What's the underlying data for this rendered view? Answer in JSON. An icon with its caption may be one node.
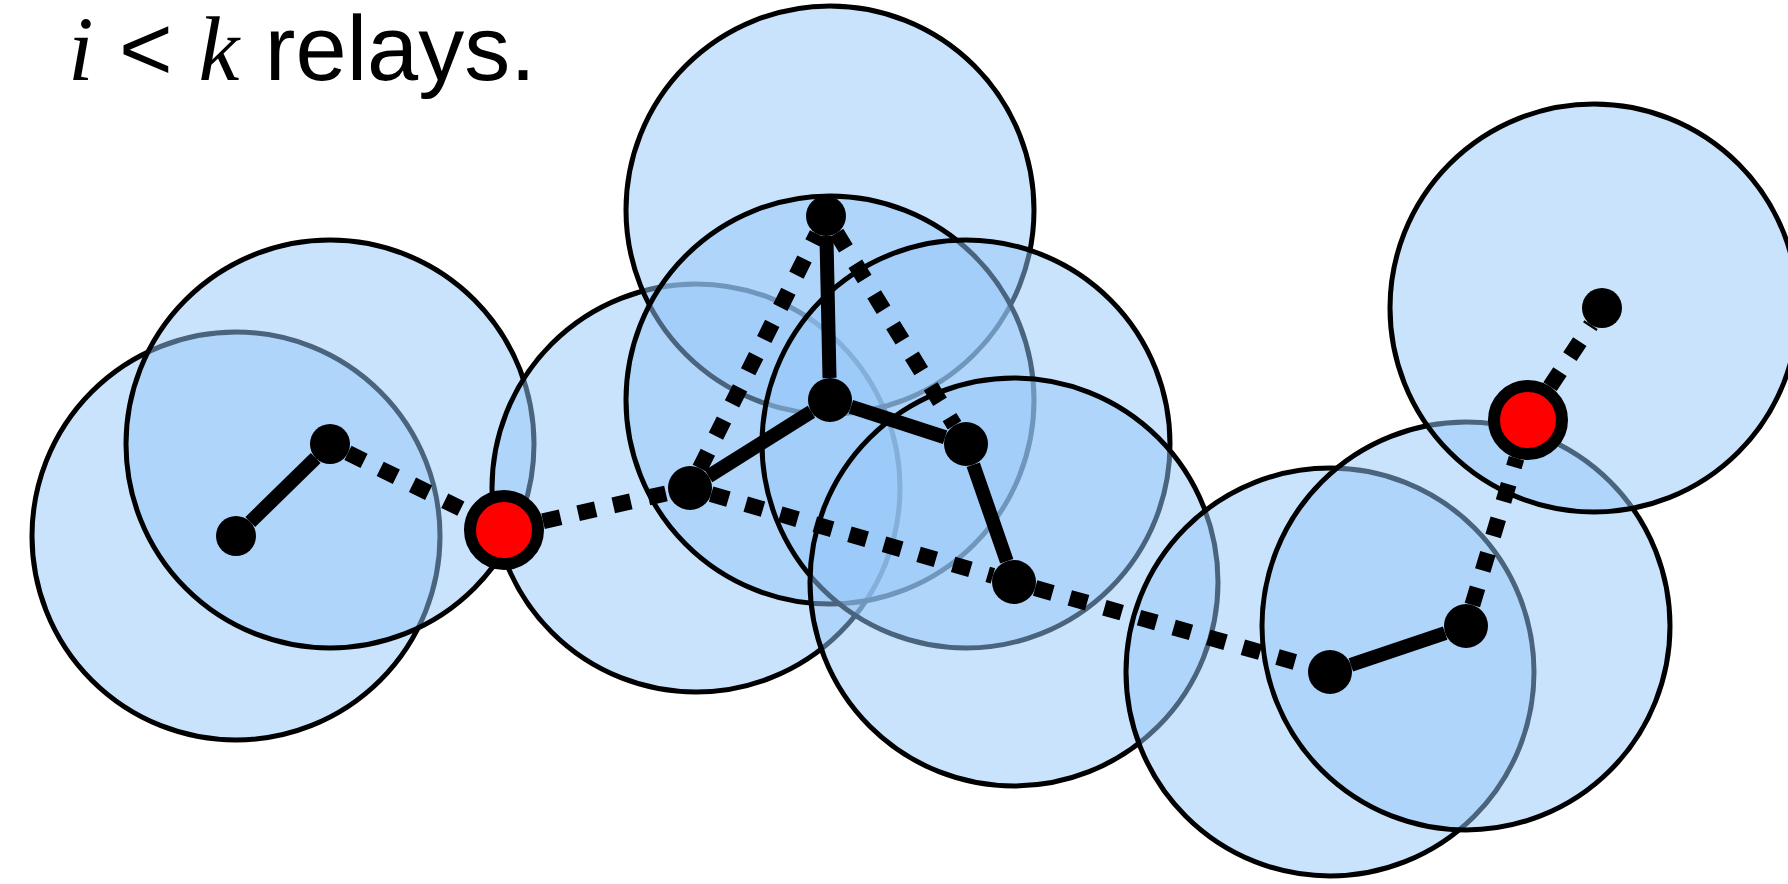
{
  "diagram": {
    "nodes": [
      {
        "text": [],
        "shape": "circle"
      },
      {
        "text": [],
        "shape": "circle"
      },
      {
        "text": [],
        "shape": "circle"
      },
      {
        "text": [],
        "shape": "circle"
      },
      {
        "text": [],
        "shape": "circle"
      },
      {
        "text": [],
        "shape": "circle"
      },
      {
        "text": [],
        "shape": "circle"
      },
      {
        "text": [],
        "shape": "circle"
      },
      {
        "text": [],
        "shape": "circle"
      },
      {
        "text": [],
        "shape": "circle"
      },
      {
        "text": [],
        "shape": "circle"
      },
      {
        "text": [],
        "shape": "circle"
      }
    ],
    "edges": [
      {
        "from": 0,
        "to": 1,
        "arrow": "none"
      },
      {
        "from": 1,
        "to": 2,
        "arrow": "none",
        "style": "dashed"
      },
      {
        "from": 2,
        "to": 3,
        "arrow": "none",
        "style": "dashed"
      },
      {
        "from": 3,
        "to": 5,
        "arrow": "none"
      },
      {
        "from": 5,
        "to": 4,
        "arrow": "none"
      },
      {
        "from": 5,
        "to": 6,
        "arrow": "none"
      },
      {
        "from": 6,
        "to": 7,
        "arrow": "none"
      },
      {
        "from": 3,
        "to": 4,
        "arrow": "none",
        "style": "dashed"
      },
      {
        "from": 4,
        "to": 6,
        "arrow": "none",
        "style": "dashed"
      },
      {
        "from": 3,
        "to": 7,
        "arrow": "none",
        "style": "dashed"
      },
      {
        "from": 7,
        "to": 8,
        "arrow": "none",
        "style": "dashed"
      },
      {
        "from": 8,
        "to": 9,
        "arrow": "none"
      },
      {
        "from": 9,
        "to": 10,
        "arrow": "none",
        "style": "dashed"
      },
      {
        "from": 10,
        "to": 11,
        "arrow": "none",
        "style": "dashed"
      }
    ],
    "labels": [
      "*i* < *k* relays."
    ]
  }
}
